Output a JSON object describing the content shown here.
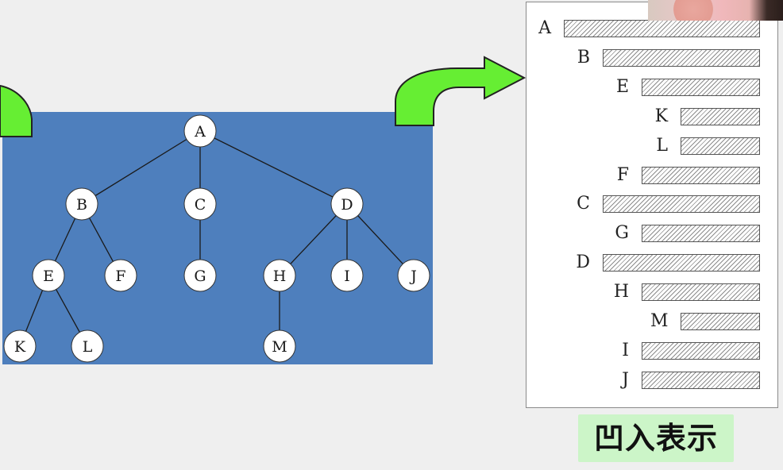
{
  "tree": {
    "background": "#4e7fbd",
    "nodes": [
      {
        "id": "A",
        "label": "A"
      },
      {
        "id": "B",
        "label": "B"
      },
      {
        "id": "C",
        "label": "C"
      },
      {
        "id": "D",
        "label": "D"
      },
      {
        "id": "E",
        "label": "E"
      },
      {
        "id": "F",
        "label": "F"
      },
      {
        "id": "G",
        "label": "G"
      },
      {
        "id": "H",
        "label": "H"
      },
      {
        "id": "I",
        "label": "I"
      },
      {
        "id": "J",
        "label": "J"
      },
      {
        "id": "K",
        "label": "K"
      },
      {
        "id": "L",
        "label": "L"
      },
      {
        "id": "M",
        "label": "M"
      }
    ],
    "edges": [
      [
        "A",
        "B"
      ],
      [
        "A",
        "C"
      ],
      [
        "A",
        "D"
      ],
      [
        "B",
        "E"
      ],
      [
        "B",
        "F"
      ],
      [
        "C",
        "G"
      ],
      [
        "D",
        "H"
      ],
      [
        "D",
        "I"
      ],
      [
        "D",
        "J"
      ],
      [
        "E",
        "K"
      ],
      [
        "E",
        "L"
      ],
      [
        "H",
        "M"
      ]
    ]
  },
  "indentation": {
    "rows": [
      {
        "label": "A",
        "depth": 0
      },
      {
        "label": "B",
        "depth": 1
      },
      {
        "label": "E",
        "depth": 2
      },
      {
        "label": "K",
        "depth": 3
      },
      {
        "label": "L",
        "depth": 3
      },
      {
        "label": "F",
        "depth": 2
      },
      {
        "label": "C",
        "depth": 1
      },
      {
        "label": "G",
        "depth": 2
      },
      {
        "label": "D",
        "depth": 1
      },
      {
        "label": "H",
        "depth": 2
      },
      {
        "label": "M",
        "depth": 3
      },
      {
        "label": "I",
        "depth": 2
      },
      {
        "label": "J",
        "depth": 2
      }
    ]
  },
  "arrows": {
    "color": "#66ee33"
  },
  "caption": "凹入表示"
}
